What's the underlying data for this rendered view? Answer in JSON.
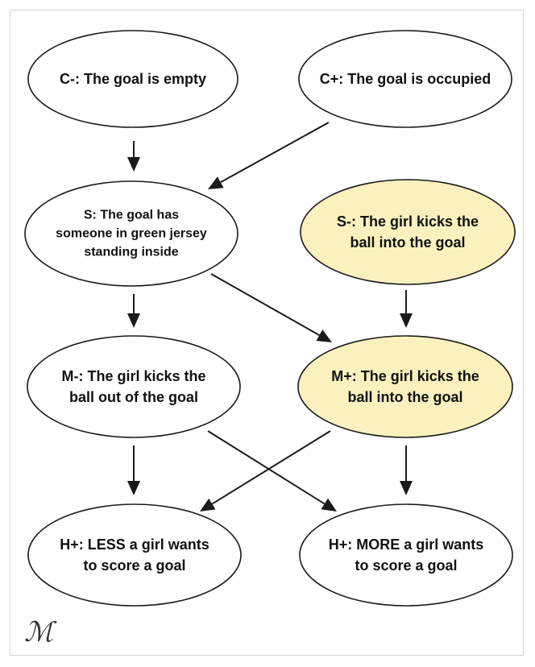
{
  "diagram": {
    "nodes": [
      {
        "id": "c_minus",
        "lines": [
          "C-: The goal is empty"
        ],
        "highlight": false
      },
      {
        "id": "c_plus",
        "lines": [
          "C+: The goal is occupied"
        ],
        "highlight": false
      },
      {
        "id": "s",
        "lines": [
          "S: The goal has",
          "someone in green jersey",
          "standing inside"
        ],
        "highlight": false
      },
      {
        "id": "s_minus",
        "lines": [
          "S-: The girl kicks the",
          "ball into the goal"
        ],
        "highlight": true
      },
      {
        "id": "m_minus",
        "lines": [
          "M-: The girl kicks the",
          "ball out of the goal"
        ],
        "highlight": false
      },
      {
        "id": "m_plus",
        "lines": [
          "M+: The girl kicks the",
          "ball into the goal"
        ],
        "highlight": true
      },
      {
        "id": "h_less",
        "lines": [
          "H+: LESS a girl wants",
          "to score a goal"
        ],
        "highlight": false
      },
      {
        "id": "h_more",
        "lines": [
          "H+: MORE a girl wants",
          "to score a goal"
        ],
        "highlight": false
      }
    ],
    "edges": [
      {
        "from": "c_minus",
        "to": "s"
      },
      {
        "from": "c_plus",
        "to": "s"
      },
      {
        "from": "s",
        "to": "m_minus"
      },
      {
        "from": "s",
        "to": "m_plus"
      },
      {
        "from": "s_minus",
        "to": "m_plus"
      },
      {
        "from": "m_minus",
        "to": "h_less"
      },
      {
        "from": "m_minus",
        "to": "h_more"
      },
      {
        "from": "m_plus",
        "to": "h_less"
      },
      {
        "from": "m_plus",
        "to": "h_more"
      }
    ],
    "colors": {
      "node_fill": "#ffffff",
      "highlight_fill": "#fbf1bf",
      "stroke": "#1a1a1a"
    }
  },
  "signature": "M"
}
